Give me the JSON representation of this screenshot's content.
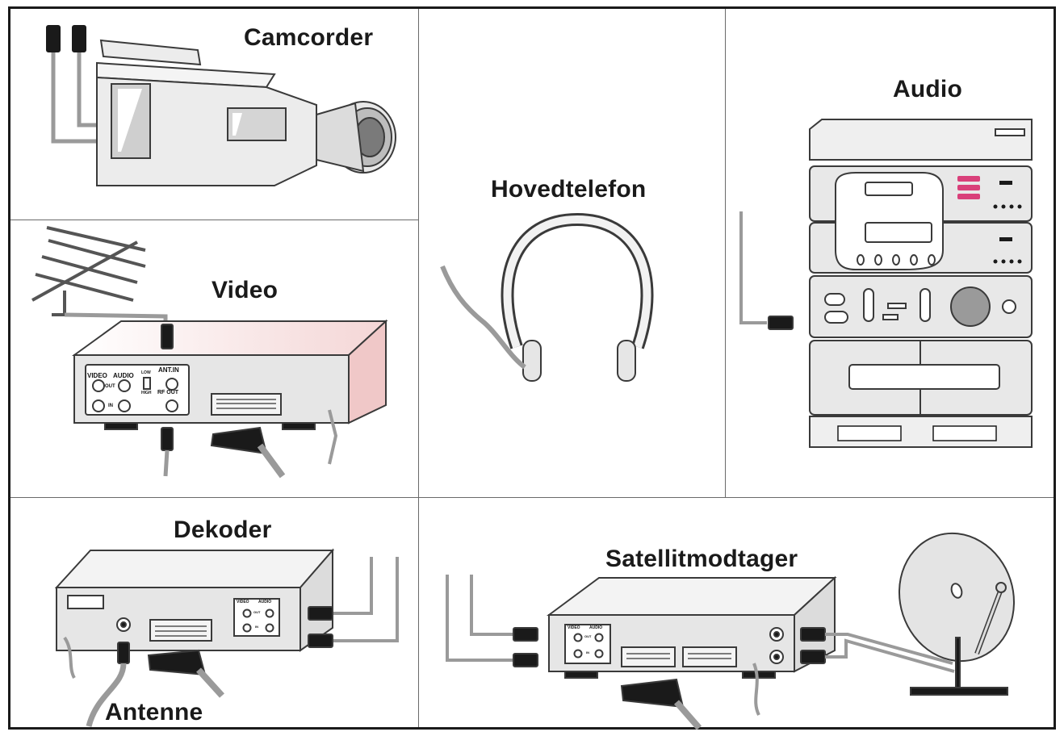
{
  "labels": {
    "camcorder": "Camcorder",
    "hovedtelefon": "Hovedtelefon",
    "audio": "Audio",
    "video": "Video",
    "dekoder": "Dekoder",
    "satellitmodtager": "Satellitmodtager",
    "antenne": "Antenne"
  },
  "jack_labels": {
    "video": "VIDEO",
    "audio": "AUDIO",
    "out": "OUT",
    "in": "IN",
    "low": "LOW",
    "high": "HIGH",
    "ant_in": "ANT.IN",
    "rf_out": "RF OUT"
  },
  "colors": {
    "frame": "#1a1a1a",
    "device_fill": "#e9e9e9",
    "device_stroke": "#3a3a3a",
    "cable": "#9a9a9a",
    "pink_accent": "#d9407a",
    "video_top_tint": "#f6dede"
  }
}
